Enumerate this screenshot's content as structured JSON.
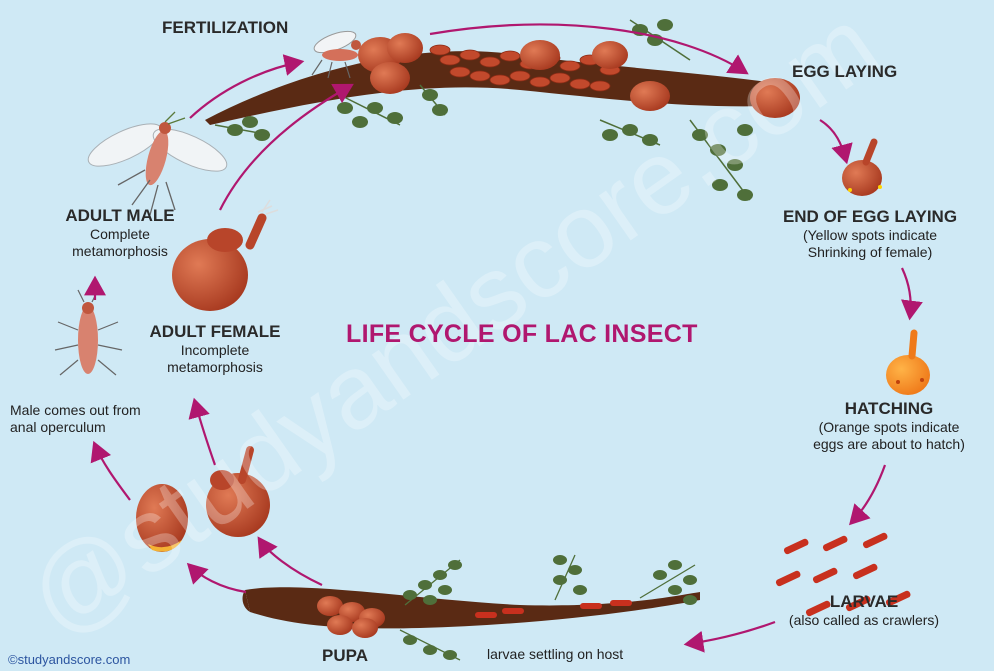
{
  "title": "LIFE CYCLE OF LAC INSECT",
  "stages": {
    "fertilization": {
      "name": "FERTILIZATION"
    },
    "egg_laying": {
      "name": "EGG LAYING"
    },
    "end_egg_laying": {
      "name": "END OF EGG LAYING",
      "line1": "(Yellow spots indicate",
      "line2": "Shrinking of female)"
    },
    "hatching": {
      "name": "HATCHING",
      "line1": "(Orange spots indicate",
      "line2": "eggs are about to hatch)"
    },
    "larvae": {
      "name": "LARVAE",
      "line1": "(also called as crawlers)"
    },
    "settling": {
      "name": "larvae settling on host"
    },
    "pupa": {
      "name": "PUPA"
    },
    "male_out": {
      "line1": "Male comes out from",
      "line2": "anal operculum"
    },
    "adult_female": {
      "name": "ADULT FEMALE",
      "line1": "Incomplete",
      "line2": "metamorphosis"
    },
    "adult_male": {
      "name": "ADULT MALE",
      "line1": "Complete",
      "line2": "metamorphosis"
    }
  },
  "watermark": "@studyandscore.com",
  "credit": "©studyandscore.com",
  "colors": {
    "background": "#cfe9f5",
    "arrow": "#b0176f",
    "title": "#b0176f",
    "branch": "#5a2a14",
    "insect": "#b8452a",
    "leaf": "#4f6f3a"
  }
}
